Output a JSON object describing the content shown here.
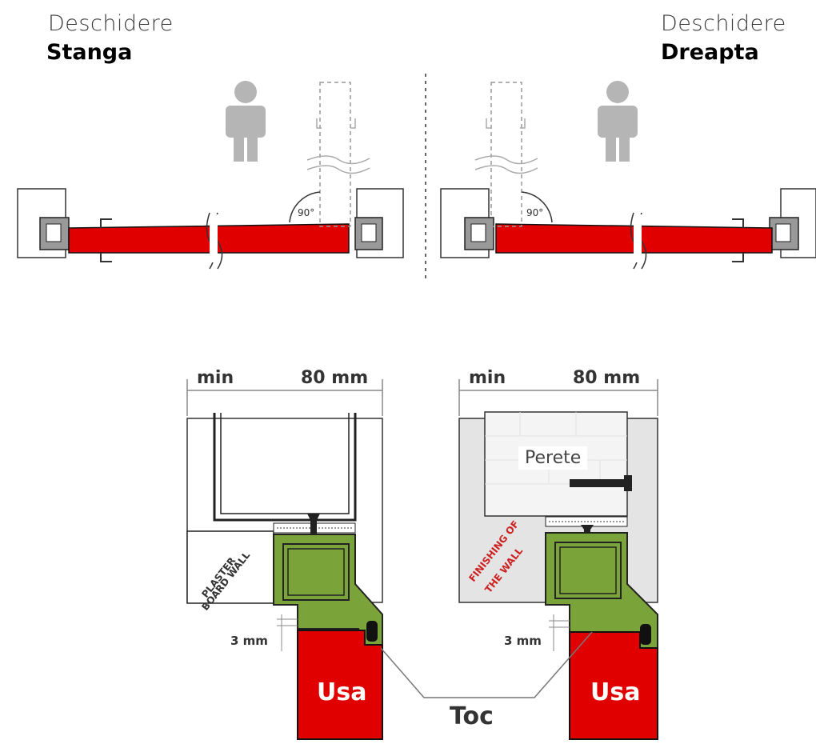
{
  "top": {
    "left": {
      "line1": "Deschidere",
      "line2": "Stanga",
      "angle": "90°"
    },
    "right": {
      "line1": "Deschidere",
      "line2": "Dreapta",
      "angle": "90°"
    }
  },
  "bottom": {
    "left": {
      "dim_min": "min",
      "dim_value": "80 mm",
      "wall_label_1": "PLASTER",
      "wall_label_2": "BOARD WALL",
      "gap": "3 mm",
      "door": "Usa"
    },
    "right": {
      "dim_min": "min",
      "dim_value": "80 mm",
      "wall": "Perete",
      "finish_label_1": "FINISHING OF",
      "finish_label_2": "THE WALL",
      "gap": "3 mm",
      "door": "Usa"
    },
    "frame": "Toc"
  },
  "colors": {
    "door_red": "#e00000",
    "frame_green": "#7aa43a",
    "person_gray": "#b5b5b5",
    "wall_gray": "#e4e4e4"
  }
}
